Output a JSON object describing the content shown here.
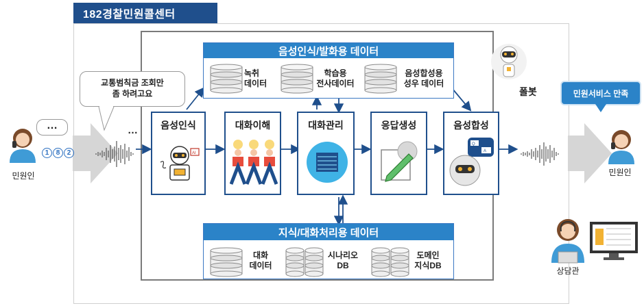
{
  "center_title": "182경찰민원콜센터",
  "voice_data": {
    "title": "음성인식/발화용 데이터",
    "dbs": [
      {
        "label": "녹취\n데이터"
      },
      {
        "label": "학습용\n전사데이터"
      },
      {
        "label": "음성합성용\n성우 데이터"
      }
    ]
  },
  "knowledge_data": {
    "title": "지식/대화처리용 데이터",
    "dbs": [
      {
        "label": "대화\n데이터"
      },
      {
        "label": "시나리오\nDB"
      },
      {
        "label": "도메인\n지식DB"
      }
    ]
  },
  "processes": [
    {
      "title": "음성인식",
      "icon": "robot-ai-icon"
    },
    {
      "title": "대화이해",
      "icon": "people-ideas-icon"
    },
    {
      "title": "대화관리",
      "icon": "server-cloud-icon"
    },
    {
      "title": "응답생성",
      "icon": "brain-pencil-icon"
    },
    {
      "title": "음성합성",
      "icon": "robot-qa-icon"
    }
  ],
  "caller": {
    "label": "민원인",
    "speech": "교통범칙금 조회만\n좀 하려고요",
    "dial_digits": [
      "1",
      "8",
      "2"
    ],
    "thinking": "…",
    "ellipsis": "…"
  },
  "receiver": {
    "label": "민원인",
    "callout": "민원서비스 만족"
  },
  "bot": {
    "label": "폴봇"
  },
  "agent": {
    "label": "상담관"
  },
  "colors": {
    "navy": "#1f4f8c",
    "blue": "#2b83c8"
  }
}
